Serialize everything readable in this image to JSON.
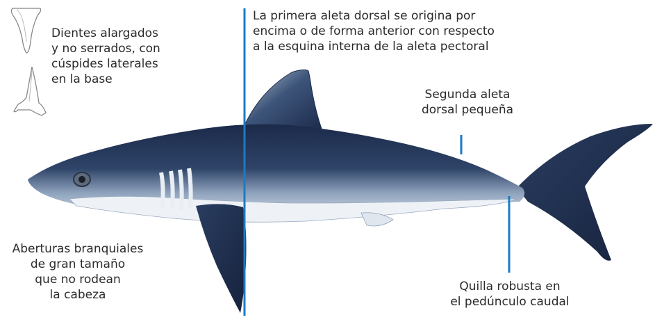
{
  "annotations": {
    "teeth": {
      "lines": [
        "Dientes alargados",
        "y no serrados, con",
        "cúspides laterales",
        "en la base"
      ]
    },
    "first_dorsal": {
      "lines": [
        "La primera aleta dorsal se origina por",
        "encima o de forma anterior con respecto",
        "a la esquina interna de la aleta pectoral"
      ]
    },
    "second_dorsal": {
      "lines": [
        "Segunda aleta",
        "dorsal pequeña"
      ]
    },
    "gills": {
      "lines": [
        "Aberturas branquiales",
        "de gran tamaño",
        "que no rodean",
        "la cabeza"
      ]
    },
    "keel": {
      "lines": [
        "Quilla robusta en",
        "el pedúnculo caudal"
      ]
    }
  },
  "colors": {
    "pointer": "#1a7bc4",
    "shark_dark": "#1c2a4a",
    "shark_mid": "#6f88a8",
    "shark_belly": "#eef2f6"
  }
}
